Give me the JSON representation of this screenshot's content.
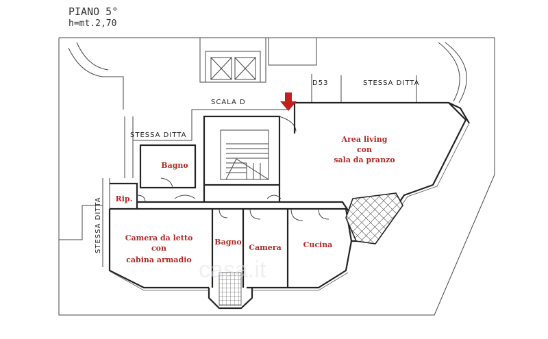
{
  "header": {
    "floor": "PIANO 5°",
    "height": "h=mt.2,70"
  },
  "labels": {
    "scala": "SCALA D",
    "unit_code": "D53",
    "stessa_ditta_top_right": "STESSA DITTA",
    "stessa_ditta_middle": "STESSA DITTA",
    "stessa_ditta_left": "STESSA DITTA"
  },
  "rooms": {
    "living_line1": "Area living",
    "living_line2": "con",
    "living_line3": "sala da pranzo",
    "bagno_top": "Bagno",
    "rip": "Rip.",
    "bedroom_line1": "Camera da letto",
    "bedroom_line2": "con",
    "bedroom_line3": "cabina armadio",
    "bagno_bottom": "Bagno",
    "camera": "Camera",
    "cucina": "Cucina"
  },
  "watermark": "casa.it",
  "colors": {
    "room_label": "#b22a25",
    "entrance_arrow": "#c0211d",
    "lines": "#222222"
  }
}
